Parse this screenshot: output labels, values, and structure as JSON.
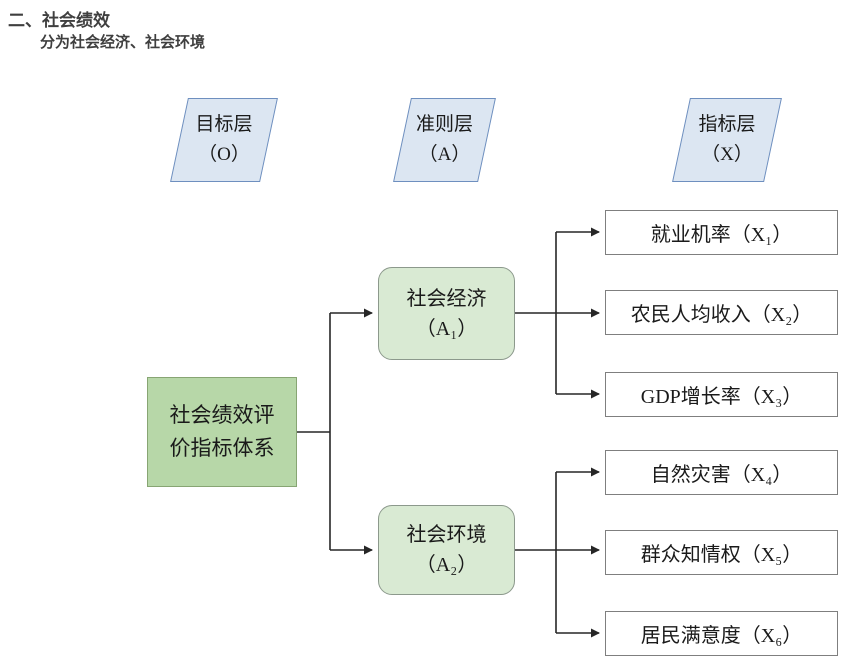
{
  "page": {
    "title": "二、社会绩效",
    "subtitle": "分为社会经济、社会环境"
  },
  "diagram": {
    "layers": [
      {
        "label": "目标层",
        "sub": "（O）"
      },
      {
        "label": "准则层",
        "sub": "（A）"
      },
      {
        "label": "指标层",
        "sub": "（X）"
      }
    ],
    "root": {
      "label": "社会绩效评\n价指标体系"
    },
    "criteria": [
      {
        "label": "社会经济",
        "sub": "（A₁）"
      },
      {
        "label": "社会环境",
        "sub": "（A₂）"
      }
    ],
    "indicators": [
      "就业机率（X₁）",
      "农民人均收入（X₂）",
      "GDP增长率（X₃）",
      "自然灾害（X₄）",
      "群众知情权（X₅）",
      "居民满意度（X₆）"
    ]
  },
  "colors": {
    "title-color": "#3f3f3f",
    "layer-fill": "#dce6f2",
    "layer-border": "#6e8fbf",
    "root-fill": "#b7d7a8",
    "root-border": "#87a573",
    "criteria-fill": "#d9ead3",
    "criteria-border": "#8c998c",
    "indicator-border": "#7f7f7f",
    "line-color": "#262626"
  }
}
